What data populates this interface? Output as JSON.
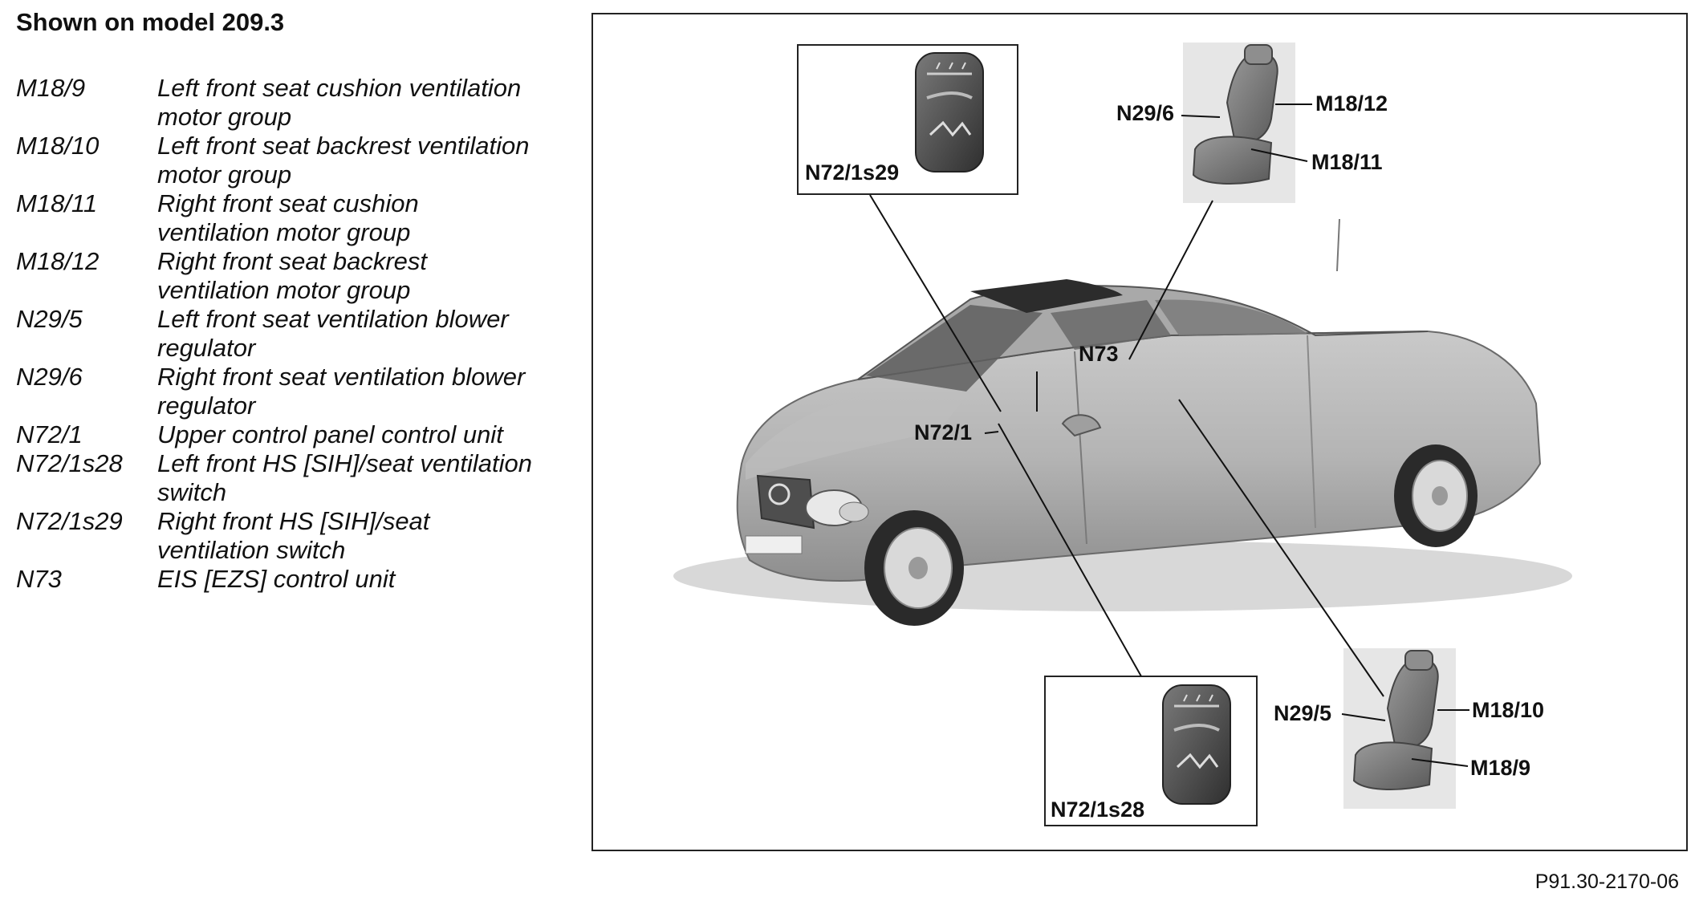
{
  "title": "Shown on model 209.3",
  "legend": [
    {
      "code": "M18/9",
      "desc": "Left front seat cushion ventilation motor group"
    },
    {
      "code": "M18/10",
      "desc": "Left front seat backrest ventilation motor group"
    },
    {
      "code": "M18/11",
      "desc": "Right front seat cushion ventilation motor group"
    },
    {
      "code": "M18/12",
      "desc": "Right front seat backrest ventilation motor group"
    },
    {
      "code": "N29/5",
      "desc": "Left front seat ventilation blower regulator"
    },
    {
      "code": "N29/6",
      "desc": "Right front seat ventilation blower regulator"
    },
    {
      "code": "N72/1",
      "desc": "Upper control panel control unit"
    },
    {
      "code": "N72/1s28",
      "desc": "Left front HS [SIH]/seat ventilation switch"
    },
    {
      "code": "N72/1s29",
      "desc": "Right front HS [SIH]/seat ventilation switch"
    },
    {
      "code": "N73",
      "desc": "EIS [EZS] control unit"
    }
  ],
  "callouts": {
    "n72_1s29": "N72/1s29",
    "n29_6": "N29/6",
    "m18_12": "M18/12",
    "m18_11": "M18/11",
    "n73": "N73",
    "n72_1": "N72/1",
    "n29_5": "N29/5",
    "m18_10": "M18/10",
    "m18_9": "M18/9",
    "n72_1s28": "N72/1s28"
  },
  "reference": "P91.30-2170-06"
}
